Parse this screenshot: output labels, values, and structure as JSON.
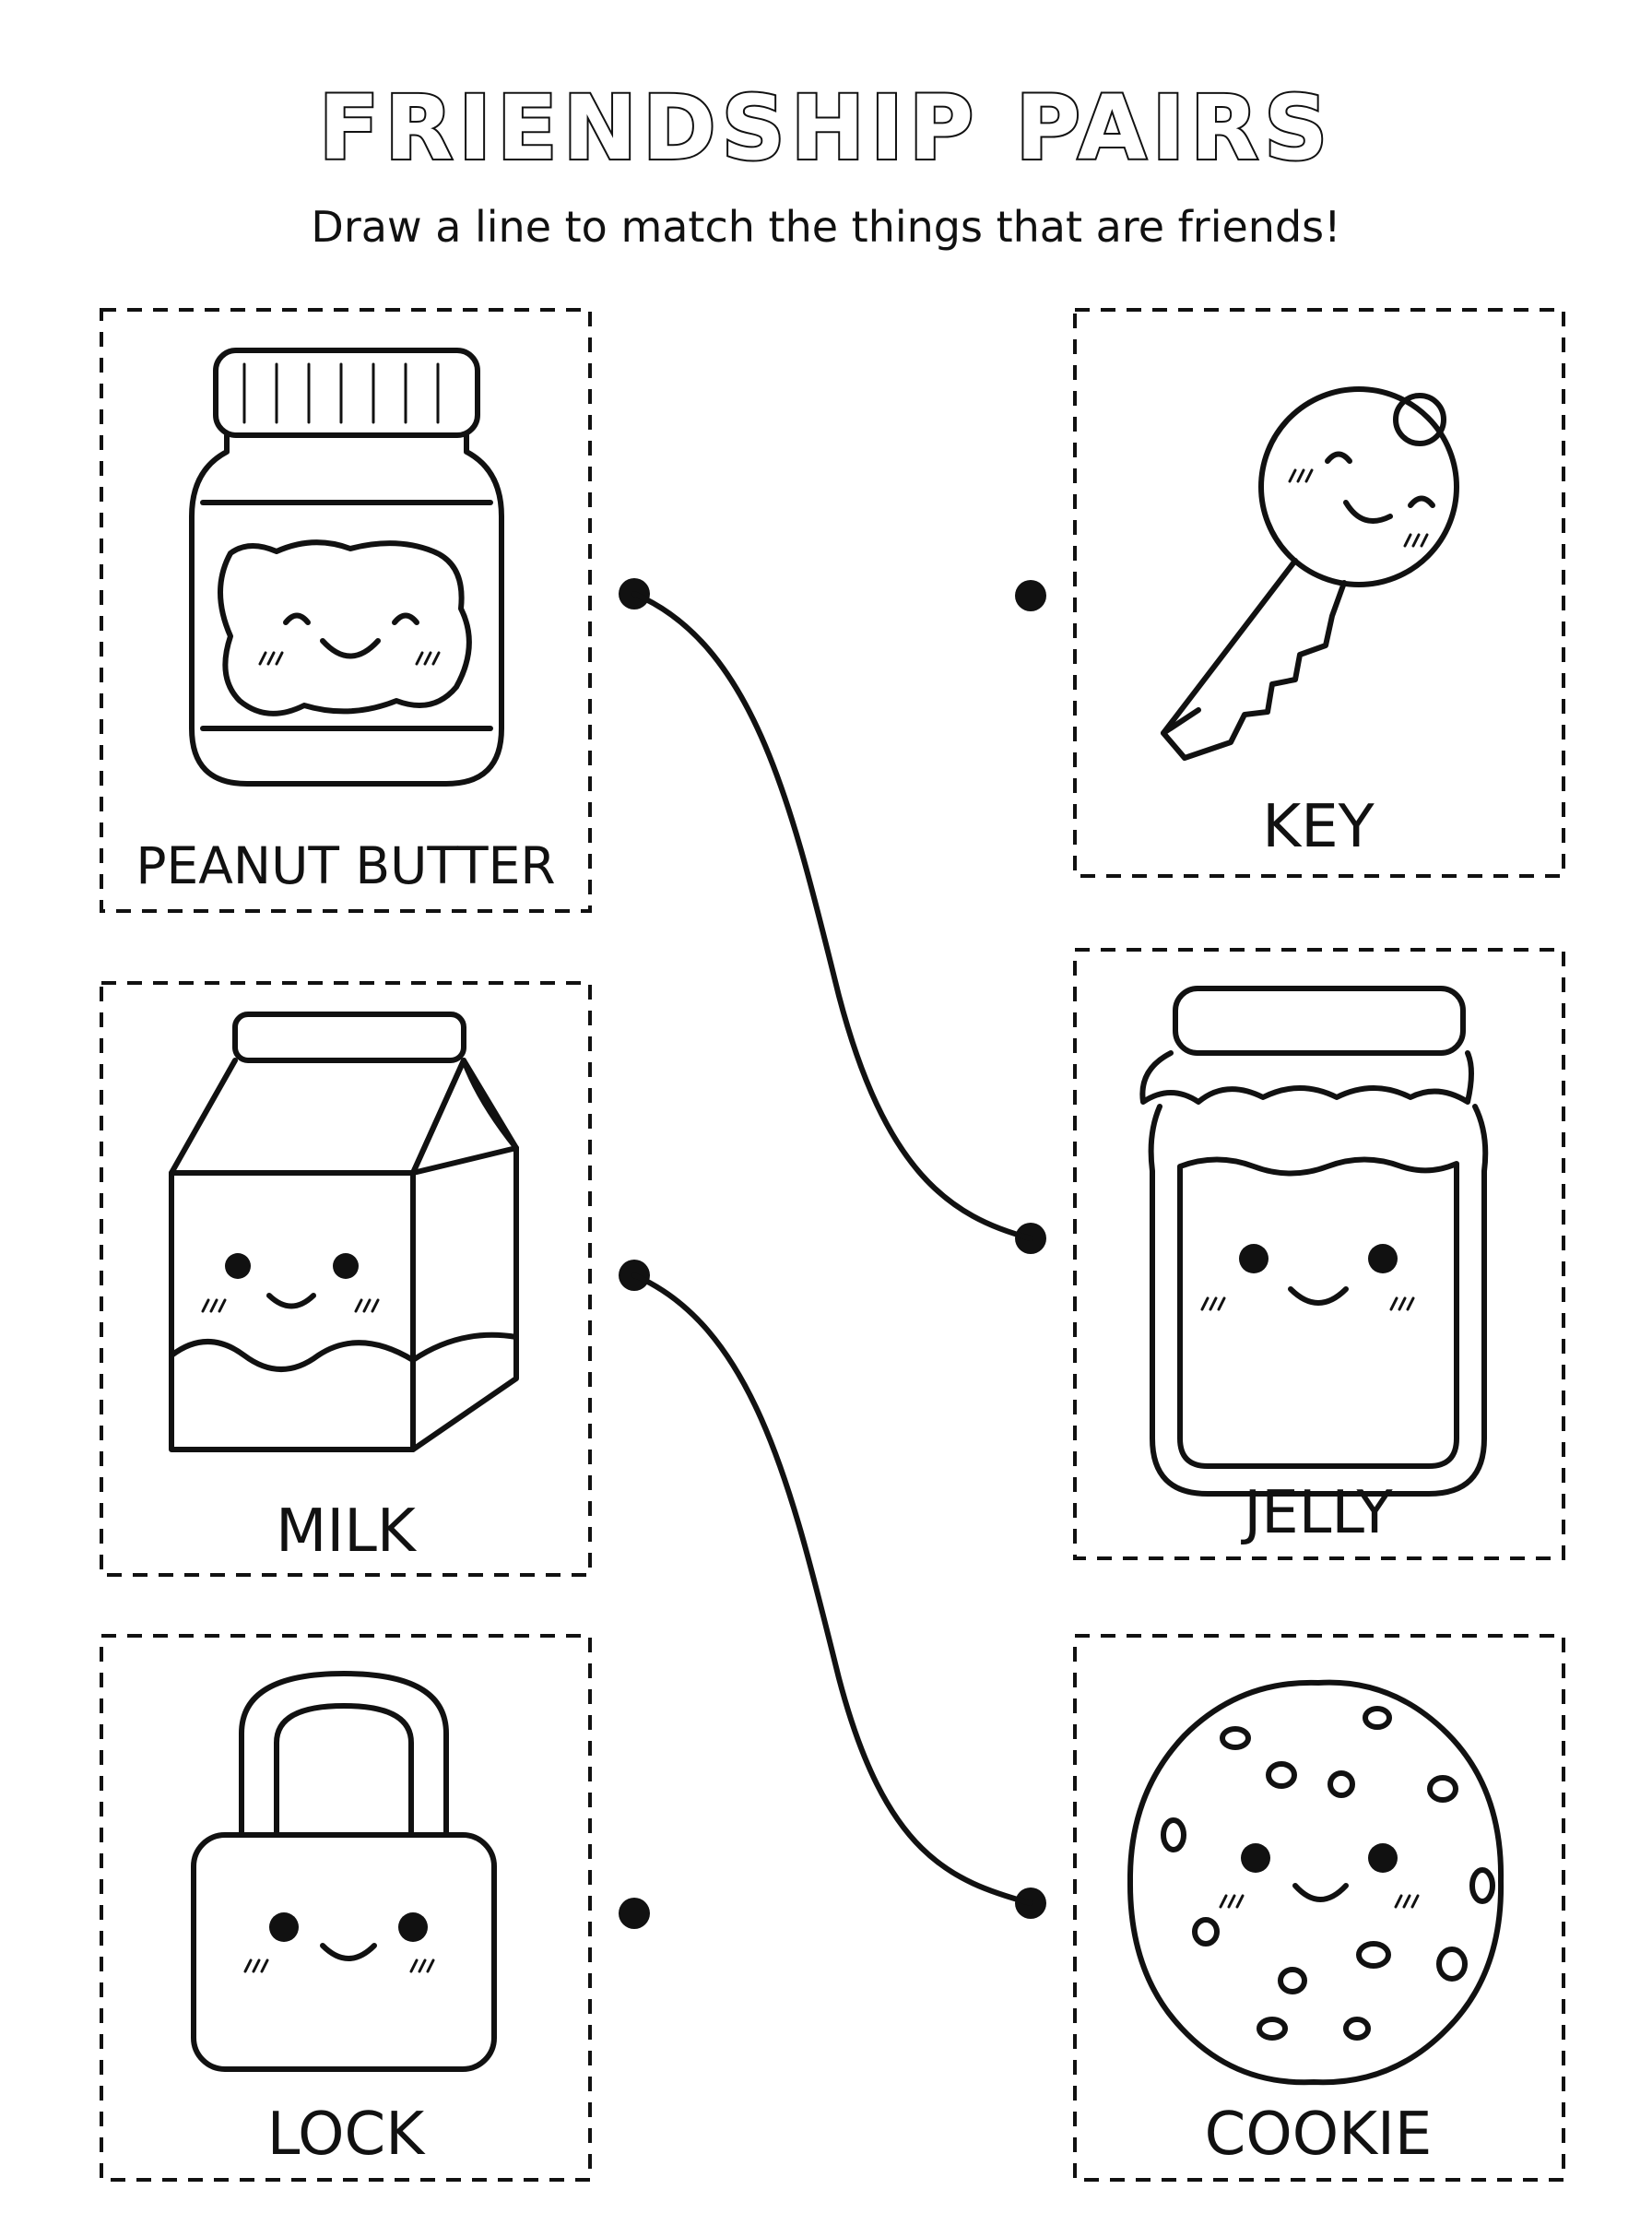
{
  "title": "FRIENDSHIP PAIRS",
  "instructions": "Draw a line to match the things that are friends!",
  "left_items": [
    {
      "label": "PEANUT BUTTER",
      "icon": "peanut-butter-jar-icon"
    },
    {
      "label": "MILK",
      "icon": "milk-carton-icon"
    },
    {
      "label": "LOCK",
      "icon": "padlock-icon"
    }
  ],
  "right_items": [
    {
      "label": "KEY",
      "icon": "key-icon"
    },
    {
      "label": "JELLY",
      "icon": "jelly-jar-icon"
    },
    {
      "label": "COOKIE",
      "icon": "cookie-icon"
    }
  ],
  "matches_drawn": [
    {
      "from": "PEANUT BUTTER",
      "to": "JELLY"
    },
    {
      "from": "MILK",
      "to": "COOKIE"
    }
  ],
  "colors": {
    "ink": "#111111",
    "paper": "#ffffff"
  }
}
